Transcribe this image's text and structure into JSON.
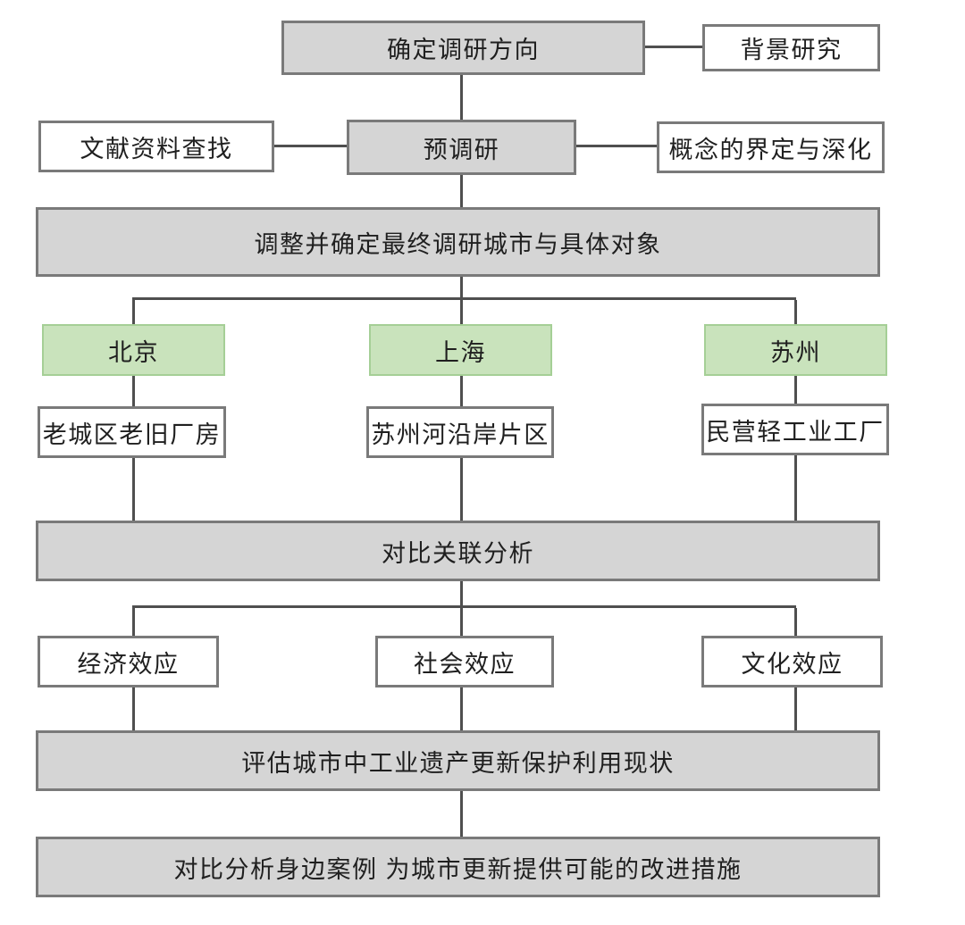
{
  "diagram": {
    "type": "flowchart",
    "language": "zh-CN",
    "colors": {
      "background": "#ffffff",
      "gray_fill": "#d5d5d5",
      "gray_border": "#7a7a7a",
      "white_fill": "#ffffff",
      "white_border": "#7a7a7a",
      "green_fill": "#c9e3bc",
      "green_border": "#a5cf96",
      "line": "#4f4f4f",
      "text": "#1f1f1f"
    },
    "nodes": {
      "determine_direction": "确定调研方向",
      "background_research": "背景研究",
      "literature_search": "文献资料查找",
      "pre_survey": "预调研",
      "concept_definition": "概念的界定与深化",
      "finalize_cities": "调整并确定最终调研城市与具体对象",
      "beijing": "北京",
      "shanghai": "上海",
      "suzhou": "苏州",
      "old_district_factories": "老城区老旧厂房",
      "suzhou_river_area": "苏州河沿岸片区",
      "private_light_industry": "民营轻工业工厂",
      "comparative_analysis": "对比关联分析",
      "economic_effect": "经济效应",
      "social_effect": "社会效应",
      "cultural_effect": "文化效应",
      "evaluate_status": "评估城市中工业遗产更新保护利用现状",
      "improvement_measures": "对比分析身边案例 为城市更新提供可能的改进措施"
    }
  }
}
